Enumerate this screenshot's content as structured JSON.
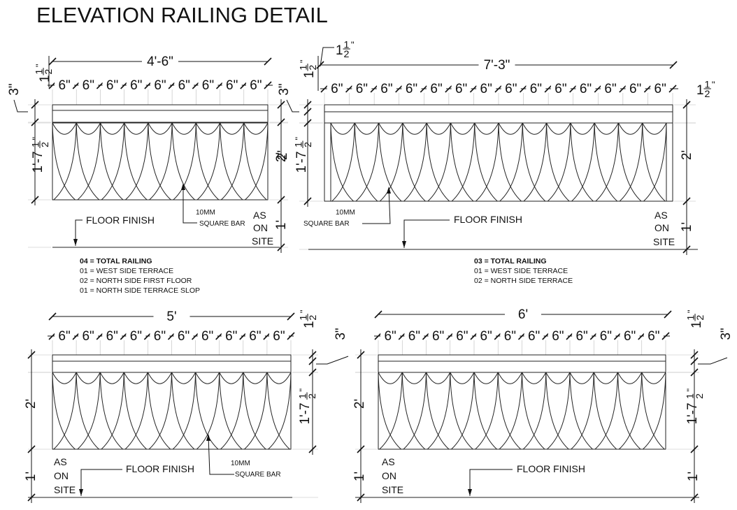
{
  "title": "ELEVATION RAILING DETAIL",
  "labels": {
    "floor_finish": "FLOOR FINISH",
    "square_bar_1": "10MM",
    "square_bar_2": "SQUARE BAR",
    "as": "AS",
    "on": "ON",
    "site": "SITE"
  },
  "panels": [
    {
      "id": "p1",
      "overall_width": "4'-6\"",
      "segment_label": "6\"",
      "segments": 9,
      "top_offset": "1½\"",
      "rail_height": "3\"",
      "infill_height": "1'-7½\"",
      "total_height": "2'",
      "base_height": "1'",
      "notes": [
        "04 = TOTAL RAILING",
        "01 = WEST SIDE TERRACE",
        "02 = NORTH SIDE FIRST FLOOR",
        "01 = NORTH SIDE TERRACE SLOP"
      ]
    },
    {
      "id": "p2",
      "overall_width": "7'-3\"",
      "segment_label": "6\"",
      "segments": 14,
      "top_offset": "1½\"",
      "side_offset": "1½\"",
      "rail_height": "3\"",
      "infill_height": "1'-7½\"",
      "total_height": "2'",
      "base_height": "1'",
      "notes": [
        "03 = TOTAL RAILING",
        "01 = WEST SIDE TERRACE",
        "02 = NORTH SIDE TERRACE"
      ]
    },
    {
      "id": "p3",
      "overall_width": "5'",
      "segment_label": "6\"",
      "segments": 10,
      "top_offset": "1½\"",
      "rail_height": "3\"",
      "infill_height": "1'-7½\"",
      "total_height": "2'",
      "base_height": "1'"
    },
    {
      "id": "p4",
      "overall_width": "6'",
      "segment_label": "6\"",
      "segments": 12,
      "top_offset": "1½\"",
      "rail_height": "3\"",
      "infill_height": "1'-7½\"",
      "total_height": "2'",
      "base_height": "1'"
    }
  ]
}
